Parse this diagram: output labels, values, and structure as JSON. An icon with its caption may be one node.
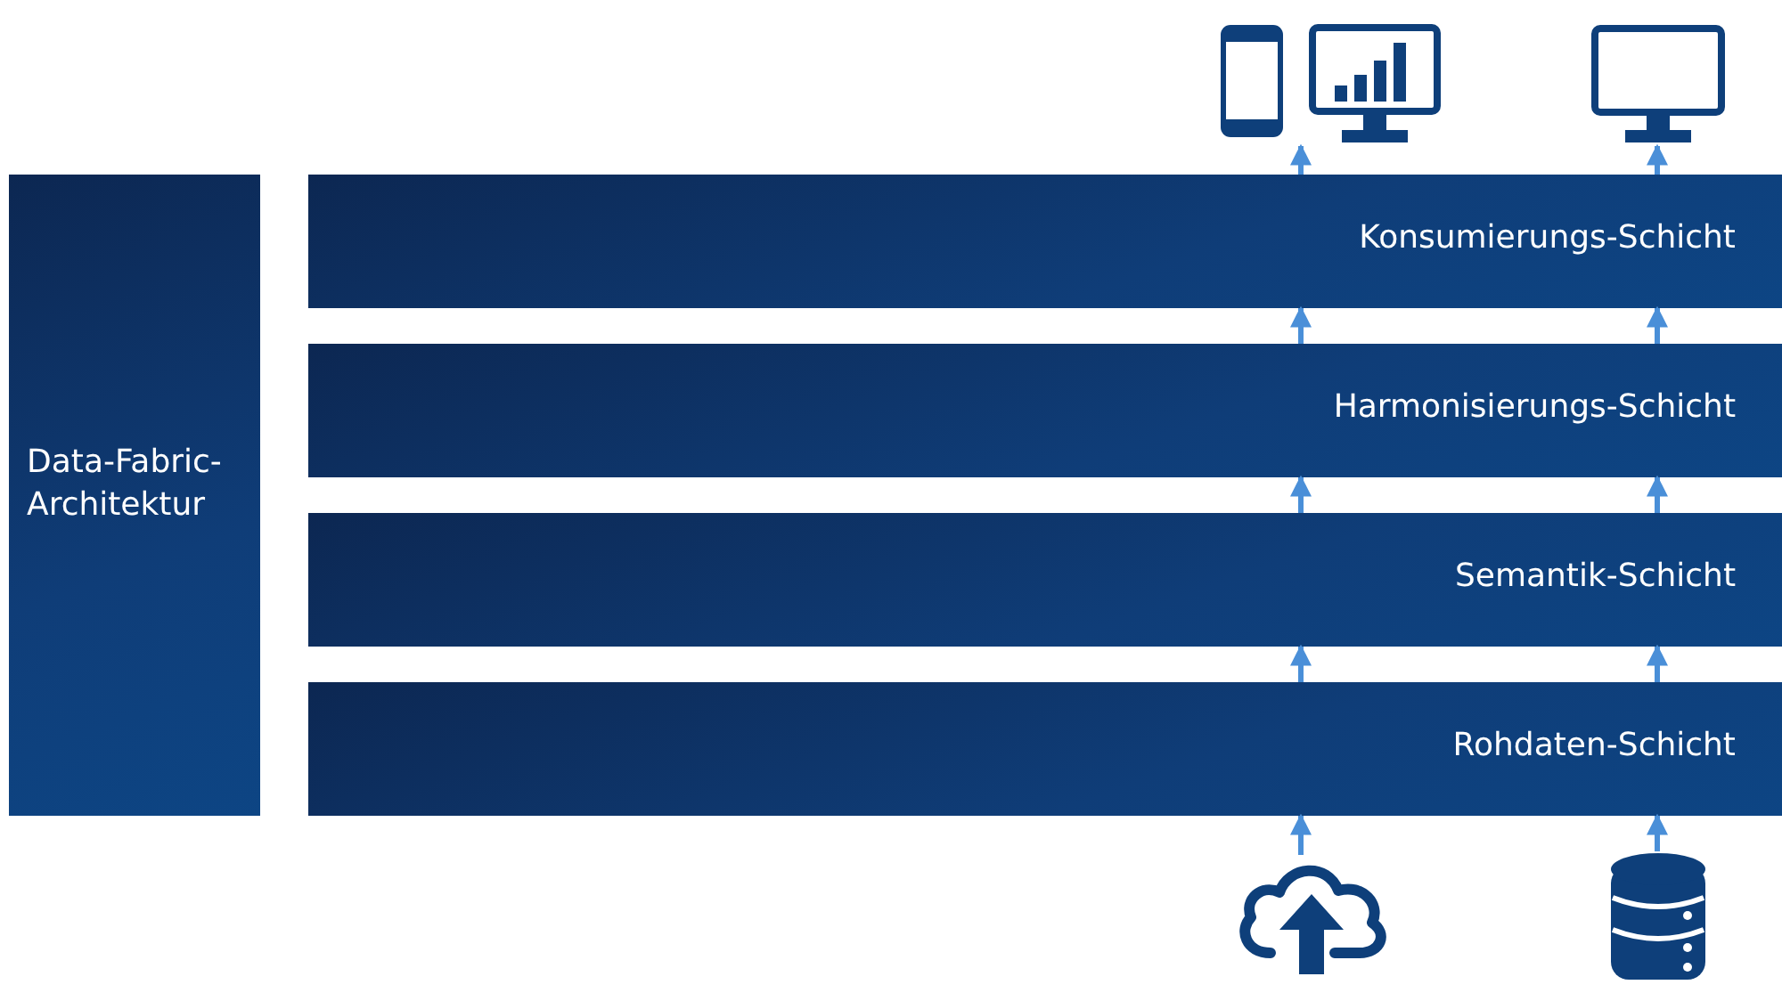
{
  "diagram": {
    "nodes": [
      {
        "text": [
          "Data-Fabric-Architektur"
        ]
      },
      {
        "text": [
          "Konsumierungs-Schicht"
        ]
      },
      {
        "text": [
          "Harmonisierungs-Schicht"
        ]
      },
      {
        "text": [
          "Semantik-Schicht"
        ]
      },
      {
        "text": [
          "Rohdaten-Schicht"
        ]
      },
      {
        "text": [],
        "shape": "phone"
      },
      {
        "text": [],
        "shape": "chart-monitor"
      },
      {
        "text": [],
        "shape": "monitor"
      },
      {
        "text": [],
        "shape": "cloud"
      },
      {
        "text": [],
        "shape": "cylinder"
      }
    ],
    "edges": [
      {
        "from": 8,
        "to": 4,
        "arrow": "to"
      },
      {
        "from": 9,
        "to": 4,
        "arrow": "to"
      },
      {
        "from": 4,
        "to": 3,
        "arrow": "to"
      },
      {
        "from": 4,
        "to": 3,
        "arrow": "to"
      },
      {
        "from": 3,
        "to": 2,
        "arrow": "to"
      },
      {
        "from": 3,
        "to": 2,
        "arrow": "to"
      },
      {
        "from": 2,
        "to": 1,
        "arrow": "to"
      },
      {
        "from": 2,
        "to": 1,
        "arrow": "to"
      },
      {
        "from": 1,
        "to": 6,
        "arrow": "to"
      },
      {
        "from": 1,
        "to": 7,
        "arrow": "to"
      }
    ]
  }
}
